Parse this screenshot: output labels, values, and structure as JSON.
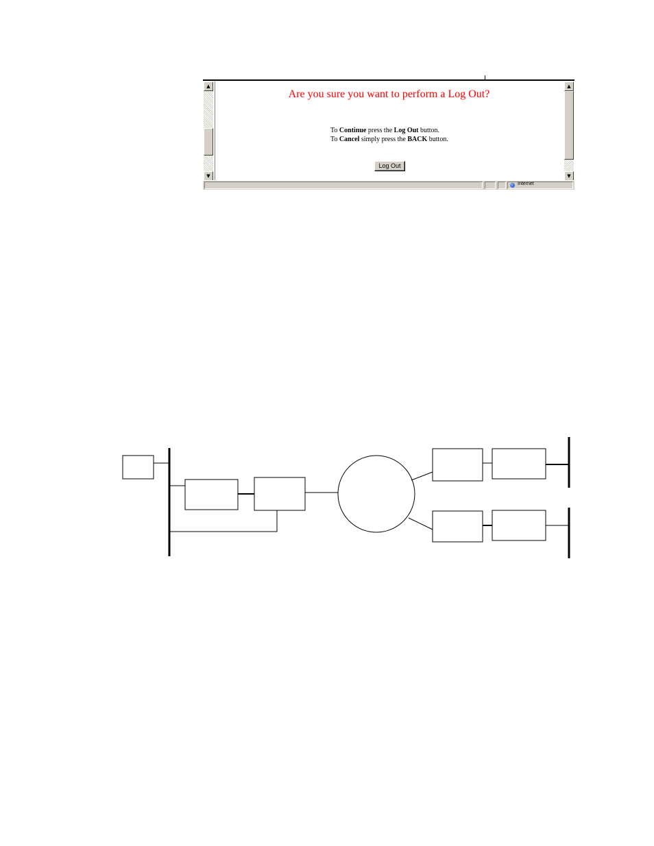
{
  "dialog": {
    "prompt": "Are you sure you want to perform a Log Out?",
    "line1": {
      "prefix": "To ",
      "action": "Continue",
      "middle": " press the ",
      "button_ref": "Log Out",
      "suffix": " button."
    },
    "line2": {
      "prefix": "To ",
      "action": "Cancel",
      "middle": " simply press the ",
      "button_ref": "BACK",
      "suffix": " button."
    },
    "logout_button": "Log Out"
  },
  "statusbar": {
    "zone_label": "Internet",
    "zone_icon": "globe-icon"
  },
  "scrollbar_icons": {
    "up": "▲",
    "down": "▼"
  },
  "colors": {
    "prompt": "#ff0000",
    "chrome": "#d4d0c8"
  }
}
